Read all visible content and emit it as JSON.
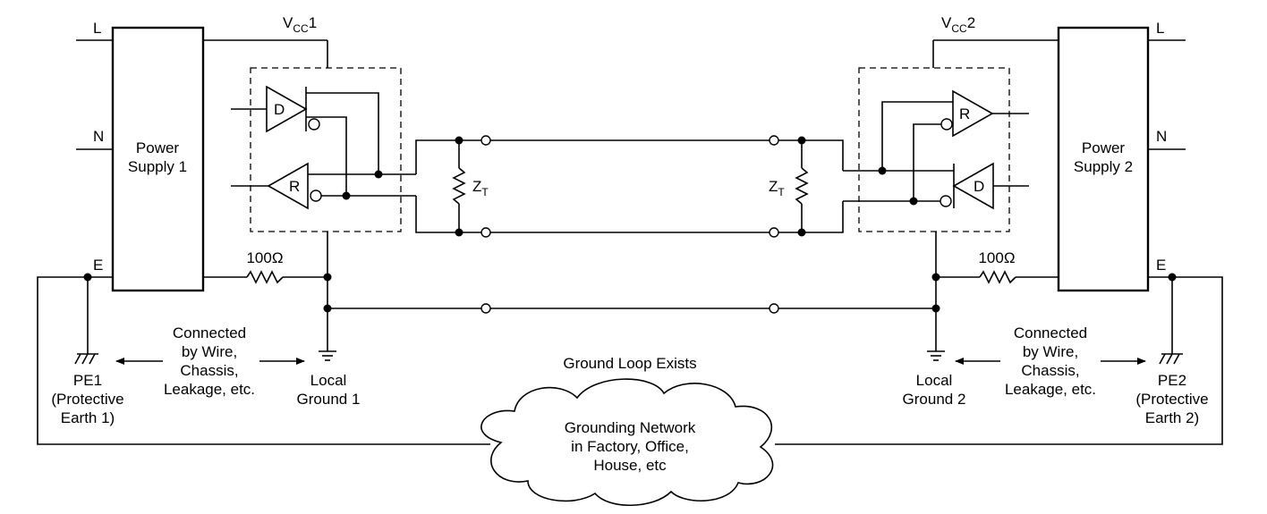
{
  "left": {
    "vcc_label": "V",
    "vcc_sub": "CC",
    "vcc_suffix": "1",
    "line_L": "L",
    "line_N": "N",
    "line_E": "E",
    "power_supply": [
      "Power",
      "Supply 1"
    ],
    "driver": "D",
    "receiver": "R",
    "terminator": "Z",
    "terminator_sub": "T",
    "resistor": "100Ω",
    "pe": [
      "PE1",
      "(Protective",
      "Earth 1)"
    ],
    "connection": [
      "Connected",
      "by Wire,",
      "Chassis,",
      "Leakage, etc."
    ],
    "local_ground": [
      "Local",
      "Ground 1"
    ]
  },
  "right": {
    "vcc_label": "V",
    "vcc_sub": "CC",
    "vcc_suffix": "2",
    "line_L": "L",
    "line_N": "N",
    "line_E": "E",
    "power_supply": [
      "Power",
      "Supply 2"
    ],
    "driver": "D",
    "receiver": "R",
    "terminator": "Z",
    "terminator_sub": "T",
    "resistor": "100Ω",
    "pe": [
      "PE2",
      "(Protective",
      "Earth 2)"
    ],
    "connection": [
      "Connected",
      "by Wire,",
      "Chassis,",
      "Leakage, etc."
    ],
    "local_ground": [
      "Local",
      "Ground 2"
    ]
  },
  "ground_loop": "Ground Loop Exists",
  "network": [
    "Grounding Network",
    "in Factory, Office,",
    "House, etc"
  ]
}
